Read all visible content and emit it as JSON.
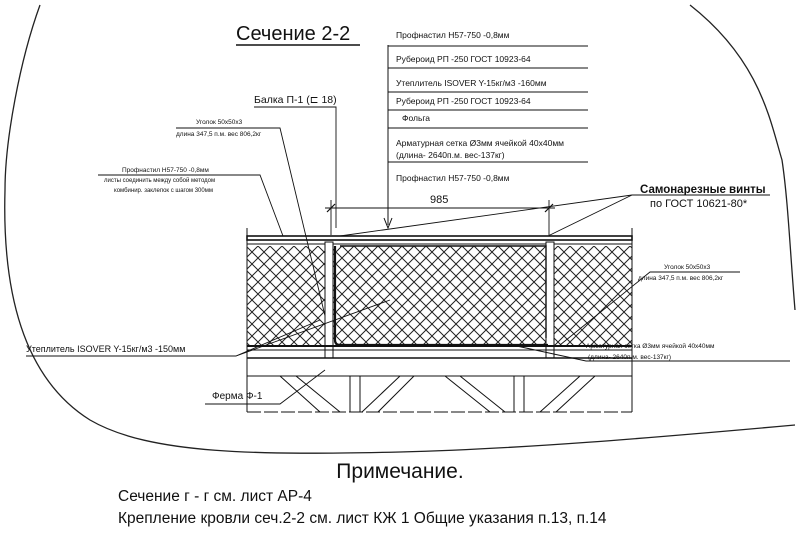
{
  "section": {
    "title": "Сечение 2-2",
    "layers": [
      "Профнастил Н57-750   -0,8мм",
      "Рубероид РП -250 ГОСТ 10923-64",
      "Утеплитель ISOVER  Y-15кг/м3    -160мм",
      "Рубероид РП -250 ГОСТ 10923-64",
      "Фольга",
      "Арматурная сетка Ø3мм ячейкой 40х40мм",
      "(длина- 2640п.м. вес-137кг)",
      "Профнастил Н57-750   -0,8мм"
    ],
    "beam_label": "Балка П-1 (⊏ 18)",
    "angle_top": {
      "line1": "Уголок 50х50х3",
      "line2": "длина 347,5 п.м. вес 806,2кг"
    },
    "profnastil_note": {
      "line1": "Профнастил Н57-750  -0,8мм",
      "line2": "листы соединить между собой методом",
      "line3": "комбинир. заклепок с шагом 300мм"
    },
    "dimension": "985",
    "screws": {
      "line1": "Самонарезные винты",
      "line2": "по ГОСТ 10621-80*"
    },
    "angle_right": {
      "line1": "Уголок 50х50х3",
      "line2": "длина 347,5 п.м. вес 806,2кг"
    },
    "mesh_right": {
      "line1": "Арматурная сетка Ø3мм ячейкой 40х40мм",
      "line2": "(длина- 2640п.м. вес-137кг)"
    },
    "insulation_left": "Утеплитель ISOVER  Y-15кг/м3    -150мм",
    "truss_label": "Ферма Ф-1"
  },
  "notes": {
    "title": "Примечание.",
    "lines": [
      "Сечение г - г см. лист АР-4",
      "Крепление кровли сеч.2-2 см. лист КЖ 1 Общие указания п.13, п.14"
    ]
  }
}
